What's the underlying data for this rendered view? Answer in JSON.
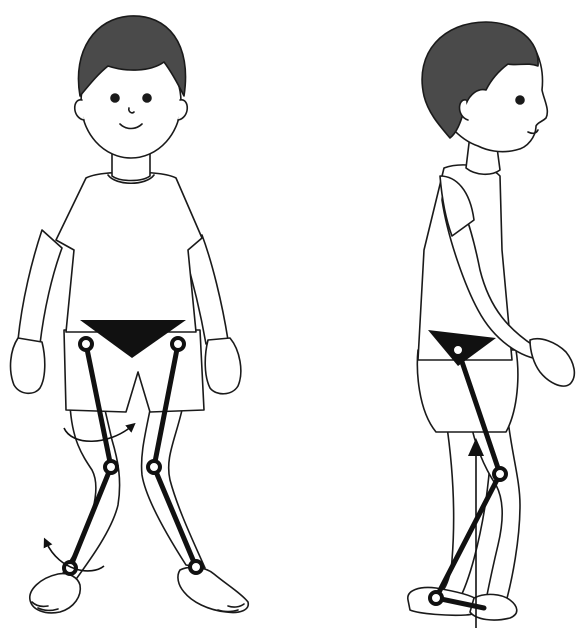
{
  "figure": {
    "views": [
      {
        "id": "front",
        "view": "front",
        "annotations": [
          "hip-triangle",
          "leg-segments",
          "rotation-arrows"
        ]
      },
      {
        "id": "side",
        "view": "side",
        "annotations": [
          "hip-triangle",
          "leg-segments",
          "vertical-reference-arrow"
        ]
      }
    ],
    "colors": {
      "ink": "#1a1a1a",
      "fill": "#ffffff",
      "hair": "#4a4a4a",
      "marker": "#111111"
    }
  }
}
